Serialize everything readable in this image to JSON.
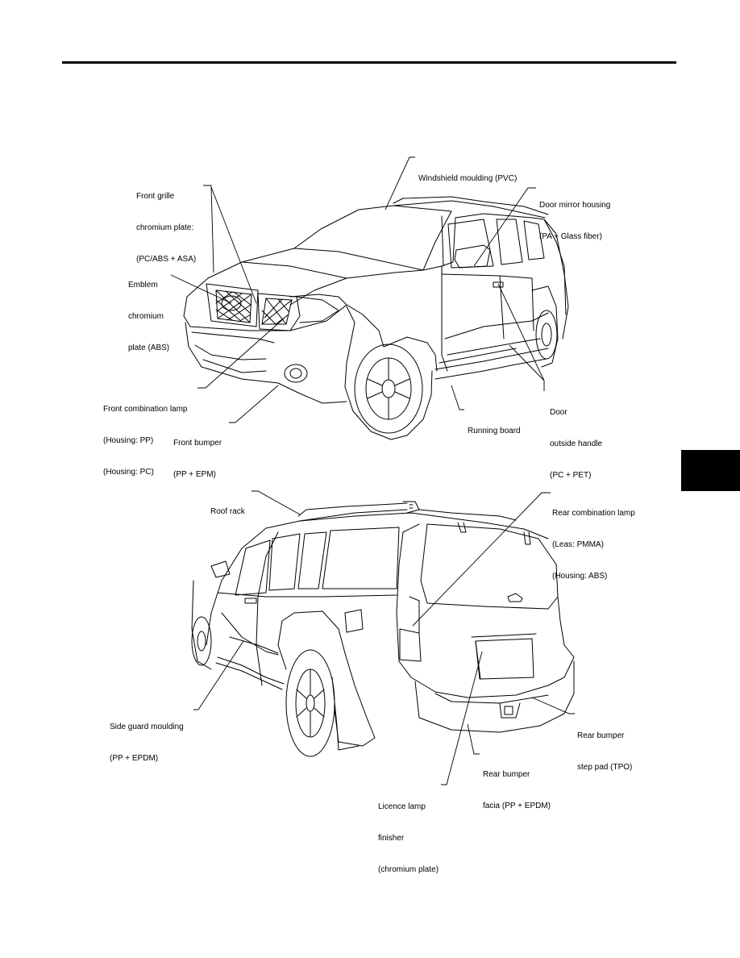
{
  "colors": {
    "ink": "#000000",
    "paper": "#ffffff"
  },
  "front_view": {
    "labels": {
      "windshield": [
        "Windshield moulding (PVC)"
      ],
      "grille": [
        "Front grille",
        "chromium plate:",
        "(PC/ABS + ASA)"
      ],
      "mirror": [
        "Door mirror housing",
        "(PA + Glass fiber)"
      ],
      "emblem": [
        "Emblem",
        "chromium",
        "plate (ABS)"
      ],
      "lamp": [
        "Front combination lamp",
        "(Housing: PP)",
        "(Housing: PC)"
      ],
      "bumper": [
        "Front bumper",
        "(PP + EPM)"
      ],
      "running": [
        "Running board"
      ],
      "handle": [
        "Door",
        "outside handle",
        "(PC + PET)"
      ]
    }
  },
  "rear_view": {
    "labels": {
      "roof": [
        "Roof rack"
      ],
      "rearlamp": [
        "Rear combination lamp",
        "(Leas: PMMA)",
        "(Housing: ABS)"
      ],
      "sideguard": [
        "Side guard moulding",
        "(PP + EPDM)"
      ],
      "steppad": [
        "Rear bumper",
        "step pad (TPO)"
      ],
      "facia": [
        "Rear bumper",
        "facia (PP + EPDM)"
      ],
      "licence": [
        "Licence lamp",
        "finisher",
        "(chromium plate)"
      ]
    }
  }
}
